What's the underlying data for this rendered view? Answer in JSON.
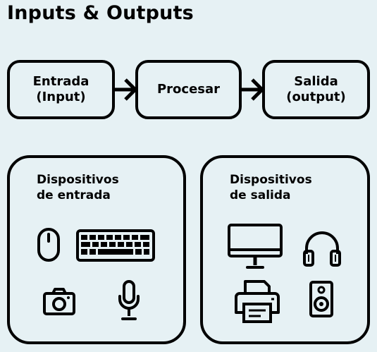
{
  "title": "Inputs & Outputs",
  "flow": {
    "input": {
      "line1": "Entrada",
      "line2": "(Input)"
    },
    "process": {
      "label": "Procesar"
    },
    "output": {
      "line1": "Salida",
      "line2": "(output)"
    }
  },
  "groups": {
    "input_devices": {
      "line1": "Dispositivos",
      "line2": "de entrada",
      "icons": [
        "mouse-icon",
        "keyboard-icon",
        "camera-icon",
        "microphone-icon"
      ]
    },
    "output_devices": {
      "line1": "Dispositivos",
      "line2": "de salida",
      "icons": [
        "monitor-icon",
        "headphones-icon",
        "printer-icon",
        "speaker-icon"
      ]
    }
  },
  "colors": {
    "background": "#e6f1f4",
    "stroke": "#000000"
  }
}
